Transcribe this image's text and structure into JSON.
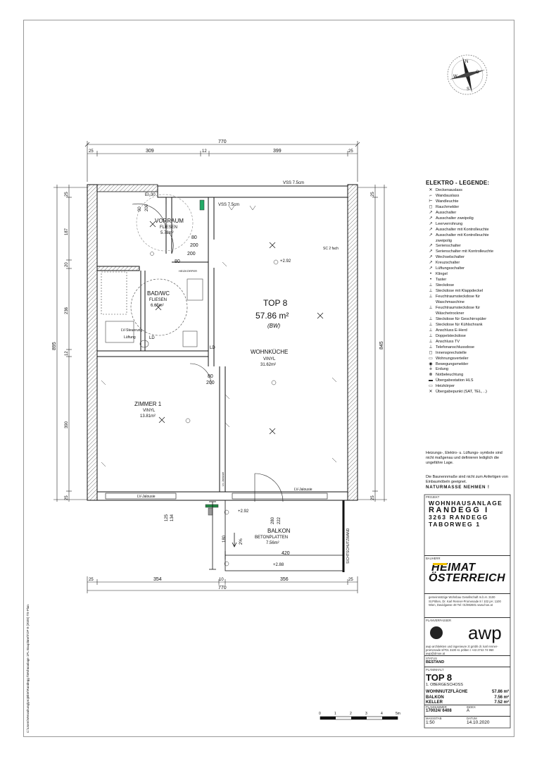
{
  "compass": {
    "north": "N",
    "east": "O",
    "south": "S",
    "west": "W"
  },
  "dimensions": {
    "top_total": "770",
    "top_segments": [
      "25",
      "309",
      "12",
      "399",
      "25"
    ],
    "bottom_segments": [
      "25",
      "354",
      "10",
      "356",
      "25"
    ],
    "bottom_total": "770",
    "left_total": "895",
    "left_segments": [
      "25",
      "187",
      "20",
      "236",
      "12",
      "390",
      "25"
    ],
    "right_total": "845",
    "right_segments": [
      "25",
      "25"
    ],
    "balcony_width": "420",
    "balcony_depth": "180",
    "sill_125": "125",
    "sill_134": "134",
    "door_280": "280",
    "door_222": "222",
    "door_80_a": "80",
    "door_200_a": "200",
    "door_80_b": "80",
    "door_200_b": "200",
    "door_80_c": "80",
    "door_200_c": "200",
    "vs_90": "90",
    "vs_200": "200",
    "el30": "EI₂30",
    "vss_top": "VSS 7.5cm",
    "vss_inner": "VSS 7.5cm",
    "sc2": "SC 2 fach",
    "ld1": "LD",
    "ld2": "LD",
    "level_main": "+2.92",
    "level_balcony_in": "+2.92",
    "level_balcony_out": "+2.88",
    "slope": "2%",
    "sichtschutzwand": "SICHTSCHUTZWAND"
  },
  "rooms": {
    "top": {
      "name": "TOP 8",
      "area": "57.86 m²",
      "type": "(BW)"
    },
    "wohnkueche": {
      "name": "WOHNKÜCHE",
      "floor": "VINYL",
      "area": "31.62m²"
    },
    "vorraum": {
      "name": "VORRAUM",
      "floor": "FLIESEN",
      "area": "5.78m²"
    },
    "bad": {
      "name": "BAD/WC",
      "floor": "FLIESEN",
      "area": "6.65m²"
    },
    "zimmer": {
      "name": "ZIMMER 1",
      "floor": "VINYL",
      "area": "13.81m²"
    },
    "balkon": {
      "name": "BALKON",
      "floor": "BETONPLATTEN",
      "area": "7.56m²"
    },
    "lv_sensor": "LV-Steuerung",
    "lueftung": "Lüftung",
    "heizkoerper": "HEIZKÖRPER",
    "lv_jalousie_1": "LV-Jalousie",
    "lv_jalousie_2": "LV-Jalousie",
    "lv_jalousie_3": "LV-Jalousie"
  },
  "legend": {
    "title": "ELEKTRO - LEGENDE:",
    "items": [
      {
        "sym": "✕",
        "label": "Deckenauslass"
      },
      {
        "sym": "⌐",
        "label": "Wandauslass"
      },
      {
        "sym": "⊢",
        "label": "Wandleuchte"
      },
      {
        "sym": "◻",
        "label": "Rauchmelder"
      },
      {
        "sym": "↗",
        "label": "Ausschalter"
      },
      {
        "sym": "↗",
        "label": "Ausschalter zweipolig"
      },
      {
        "sym": "↗",
        "label": "Leerverrohrung"
      },
      {
        "sym": "↗",
        "label": "Ausschalter mit Kontrolleuchte"
      },
      {
        "sym": "↗",
        "label": "Ausschalter mit Kontrolleuchte"
      },
      {
        "sym": "",
        "label": "zweipolig"
      },
      {
        "sym": "↗",
        "label": "Serienschalter"
      },
      {
        "sym": "↗",
        "label": "Serienschalter mit Kontrolleuchte"
      },
      {
        "sym": "↗",
        "label": "Wechselschalter"
      },
      {
        "sym": "↗",
        "label": "Kreuzschalter"
      },
      {
        "sym": "↗",
        "label": "Lüftungsschalter"
      },
      {
        "sym": "•",
        "label": "Klingel"
      },
      {
        "sym": "•",
        "label": "Taster"
      },
      {
        "sym": "⊥",
        "label": "Steckdose"
      },
      {
        "sym": "⊥",
        "label": "Steckdose mit Klappdeckel"
      },
      {
        "sym": "⊥",
        "label": "Feuchtraumsteckdose für"
      },
      {
        "sym": "",
        "label": "Waschmaschine"
      },
      {
        "sym": "⊥",
        "label": "Feuchtraumsteckdose für"
      },
      {
        "sym": "",
        "label": "Wäschetrockner"
      },
      {
        "sym": "⊥",
        "label": "Steckdose für Geschirrspüler"
      },
      {
        "sym": "⊥",
        "label": "Steckdose für Kühlschrank"
      },
      {
        "sym": "⊥",
        "label": "Anschluss E-Herd"
      },
      {
        "sym": "⊥",
        "label": "Doppelsteckdose"
      },
      {
        "sym": "⊥",
        "label": "Anschluss TV"
      },
      {
        "sym": "⊥",
        "label": "Telefonanschlussdose"
      },
      {
        "sym": "◻",
        "label": "Innensprechstelle"
      },
      {
        "sym": "▭",
        "label": "Wohnungsverteiler"
      },
      {
        "sym": "◉",
        "label": "Bewegungsmelder"
      },
      {
        "sym": "⏚",
        "label": "Erdung"
      },
      {
        "sym": "⊗",
        "label": "Notbeleuchtung"
      },
      {
        "sym": "▬",
        "label": "Übergabestation HLS"
      },
      {
        "sym": "▭",
        "label": "Heizkörper"
      },
      {
        "sym": "✕",
        "label": "Übergabepunkt (SAT, TEL, ..)"
      }
    ]
  },
  "notes": {
    "n1": "Heizungs-, Elektro- u. Lüftungs- symbole sind nicht maßgenau und definieren lediglich die ungefähre Lage.",
    "n2": "Die Baunennmaße sind nicht zum Anfertigen von Einbaumöbeln geeignet.",
    "n3": "NATURMASSE NEHMEN !"
  },
  "titleblock": {
    "projekt_label": "PROJEKT",
    "projekt_1": "WOHNHAUSANLAGE",
    "projekt_2": "RANDEGG I",
    "projekt_3": "3263 RANDEGG",
    "projekt_4": "TABORWEG 1",
    "bauherr_label": "BAUHERR",
    "logo_1": "HEIMAT",
    "logo_2": "ÖSTERREICH",
    "bauherr_text": "gemeinnützige Wohnbau Gesellschaft m.b.H. 3100 St.Pölten, Dr. Karl Renner-Promenade 8 / 102 pA: 1100 Wien, Davidgasse 48 Tel: 01/982601 www.hoe.at",
    "planverfasser_label": "PLANVERFASSER",
    "awp": "awp",
    "awp_text": "awp architekten und ingenieure zt gmbh dr. karl renner-promenade 8/701 3100 st. pölten t +43 2742 74 950 awp@dmoe.at",
    "status_label": "STATUS",
    "status": "BESTAND",
    "planinhalt_label": "PLANINHALT",
    "planinhalt": "TOP 8",
    "geschoss": "1. OBERGESCHOSS",
    "areas": [
      {
        "label": "WOHNNUTZFLÄCHE",
        "value": "57.86 m²"
      },
      {
        "label": "BALKON",
        "value": "7.56 m²"
      },
      {
        "label": "KELLER",
        "value": "7.52 m²"
      }
    ],
    "plannummer_label": "PLANNUMMER",
    "index_label": "INDEX",
    "plannummer": "170024/ 6408",
    "index": "A",
    "massstab_label": "MASSSTAB",
    "datum_label": "DATUM",
    "massstab": "1:50",
    "datum": "14.10.2020"
  },
  "scale_bar": {
    "labels": [
      "0",
      "1",
      "2",
      "3",
      "4",
      "5m"
    ]
  },
  "side_path": "C:\\Users\\Verwaltung\\projekte\\Randegg I\\Wohnanlage 1PL Baupläne\\TOP 8 (2020) TS-Plan"
}
